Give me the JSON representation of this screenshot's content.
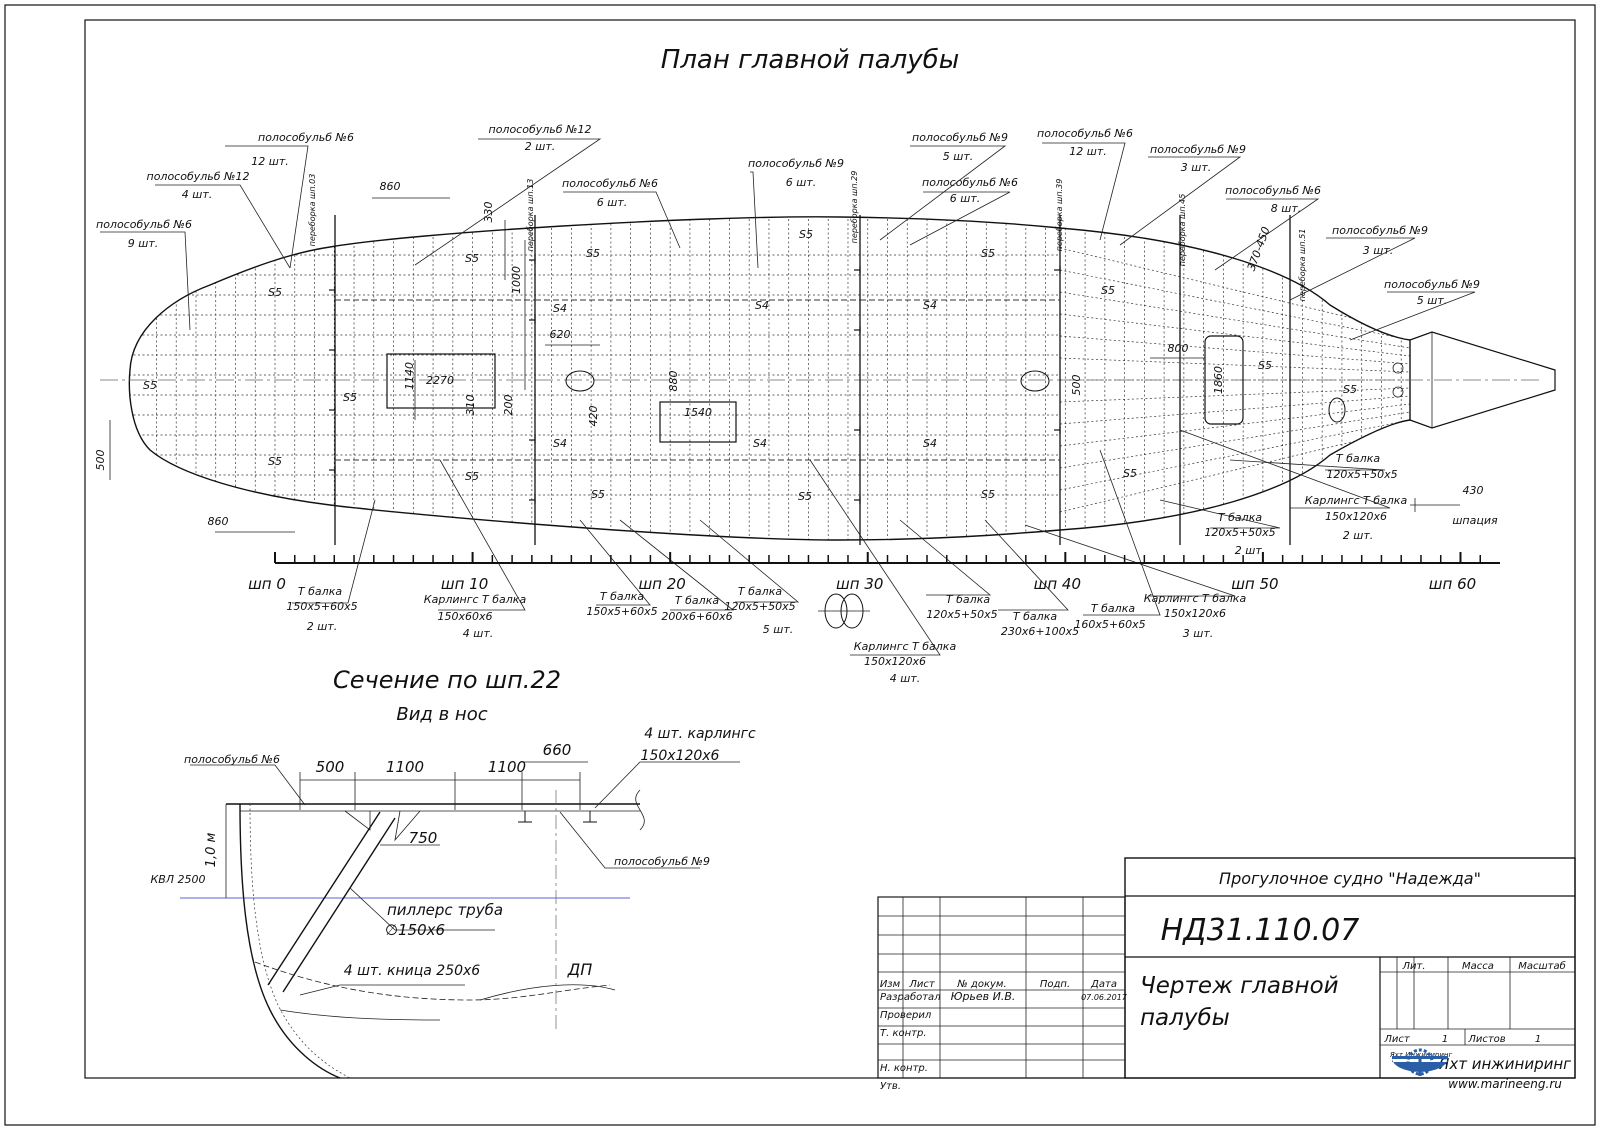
{
  "plan_title": "План главной палубы",
  "section": {
    "title": "Сечение по шп.22",
    "subtitle": "Вид в нос"
  },
  "frame_labels": [
    "шп 0",
    "шп 10",
    "шп 20",
    "шп 30",
    "шп 40",
    "шп 50",
    "шп 60"
  ],
  "plan_annotations": [
    {
      "text": "полособульб №6"
    },
    {
      "text": "12 шт."
    },
    {
      "text": "полособульб №12"
    },
    {
      "text": "2 шт."
    },
    {
      "text": "полособульб №12"
    },
    {
      "text": "4 шт."
    },
    {
      "text": "полособульб №6"
    },
    {
      "text": "9 шт."
    },
    {
      "text": "полособульб №6"
    },
    {
      "text": "6 шт."
    },
    {
      "text": "полособульб №9"
    },
    {
      "text": "6 шт."
    },
    {
      "text": "полособульб №9"
    },
    {
      "text": "5 шт."
    },
    {
      "text": "полособульб №6"
    },
    {
      "text": "6 шт."
    },
    {
      "text": "полособульб №6"
    },
    {
      "text": "12 шт."
    },
    {
      "text": "полособульб №9"
    },
    {
      "text": "3 шт."
    },
    {
      "text": "полособульб №6"
    },
    {
      "text": "8 шт."
    },
    {
      "text": "полособульб №9"
    },
    {
      "text": "3 шт."
    },
    {
      "text": "полособульб №9"
    },
    {
      "text": "5 шт."
    },
    {
      "text": "T балка"
    },
    {
      "text": "150x5+60x5"
    },
    {
      "text": "2 шт."
    },
    {
      "text": "Карлингс T балка"
    },
    {
      "text": "150x60x6"
    },
    {
      "text": "4 шт."
    },
    {
      "text": "T балка"
    },
    {
      "text": "150x5+60x5"
    },
    {
      "text": "T балка"
    },
    {
      "text": "200x6+60x6"
    },
    {
      "text": "T балка"
    },
    {
      "text": "120x5+50x5"
    },
    {
      "text": "5 шт."
    },
    {
      "text": "Карлингс T балка"
    },
    {
      "text": "150x120x6"
    },
    {
      "text": "4 шт."
    },
    {
      "text": "T балка"
    },
    {
      "text": "120x5+50x5"
    },
    {
      "text": "T балка"
    },
    {
      "text": "230x6+100x5"
    },
    {
      "text": "T балка"
    },
    {
      "text": "160x5+60x5"
    },
    {
      "text": "Карлингс T балка"
    },
    {
      "text": "150x120x6"
    },
    {
      "text": "3 шт."
    },
    {
      "text": "T балка"
    },
    {
      "text": "120x5+50x5"
    },
    {
      "text": "2 шт."
    },
    {
      "text": "Карлингс T балка"
    },
    {
      "text": "150x120x6"
    },
    {
      "text": "2 шт."
    },
    {
      "text": "T балка"
    },
    {
      "text": "120x5+50x5"
    }
  ],
  "plan_dims": [
    "860",
    "860",
    "500",
    "330",
    "1000",
    "620",
    "1140",
    "2270",
    "310",
    "200",
    "420",
    "880",
    "1540",
    "500",
    "800",
    "1860",
    "370-450",
    "430",
    "шпация"
  ],
  "plate_marks": [
    "S5",
    "S5",
    "S5",
    "S5",
    "S5",
    "S5",
    "S4",
    "S4",
    "S5",
    "S5",
    "S4",
    "S4",
    "S5",
    "S5",
    "S4",
    "S4",
    "S5",
    "S5",
    "S5",
    "S5",
    "S5",
    "S5"
  ],
  "bulkhead_labels": [
    "переборка шп.03",
    "переборка шп.13",
    "переборка шп.29",
    "переборка шп.39",
    "переборка шп.45",
    "переборка шп.51"
  ],
  "section_labels": {
    "bulb6": "полособульб №6",
    "d500": "500",
    "d1100a": "1100",
    "d1100b": "1100",
    "d660": "660",
    "carl": "4 шт. карлингс",
    "carl2": "150x120x6",
    "d750": "750",
    "h10": "1,0 м",
    "kvl": "КВЛ 2500",
    "pill": "пиллерс труба",
    "pill2": "∅150x6",
    "knee": "4 шт. кница 250x6",
    "dp": "ДП",
    "bulb9": "полособульб №9"
  },
  "title_block": {
    "vessel": "Прогулочное судно \"Надежда\"",
    "code": "НД31.110.07",
    "drawing": [
      "Чертеж главной",
      "палубы"
    ],
    "headers": [
      "Изм",
      "Лист",
      "№ докум.",
      "Подп.",
      "Дата"
    ],
    "rows": [
      "Разработал",
      "Проверил",
      "Т. контр.",
      "Н. контр.",
      "Утв."
    ],
    "author": "Юрьев И.В.",
    "date": "07.06.2017",
    "lit": "Лит.",
    "mass": "Масса",
    "scale": "Масштаб",
    "sheet_label": "Лист",
    "sheet_no": "1",
    "sheets_label": "Листов",
    "sheets_no": "1",
    "logo_caption": "Яхт Инжиниринг",
    "company": "Яхт инжиниринг",
    "site": "www.marineeng.ru",
    "logo_color": "#2a5fa8"
  }
}
